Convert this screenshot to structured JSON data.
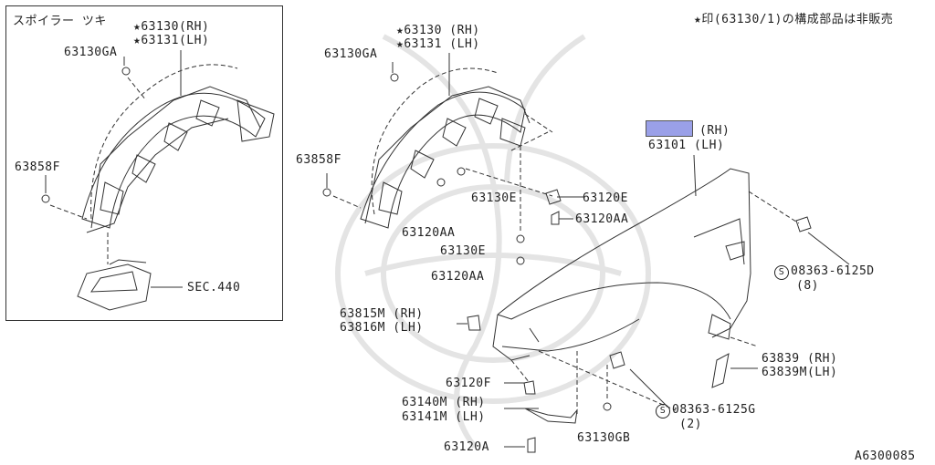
{
  "note": "★印(63130/1)の構成部品は非販売",
  "diagram_id": "A6300085",
  "inset": {
    "title": "スポイラー ツキ",
    "labels": {
      "p63130_rh": "★63130(RH)",
      "p63131_lh": "★63131(LH)",
      "p63130ga": "63130GA",
      "p63858f": "63858F",
      "sec440": "SEC.440"
    }
  },
  "main": {
    "p63130_rh": "★63130 (RH)",
    "p63131_lh": "★63131 (LH)",
    "p63130ga": "63130GA",
    "p63858f": "63858F",
    "p63130e_a": "63130E",
    "p63120aa_a": "63120AA",
    "p63130e_b": "63130E",
    "p63120aa_b": "63120AA",
    "p63120e": "63120E",
    "p63120aa_c": "63120AA",
    "fender_rh": "(RH)",
    "fender_lh": "63101 (LH)",
    "bolt_d_symbol": "S",
    "bolt_d": "08363-6125D",
    "bolt_d_qty": "(8)",
    "p63815m": "63815M (RH)",
    "p63816m": "63816M (LH)",
    "p63839_rh": "63839 (RH)",
    "p63839m_lh": "63839M(LH)",
    "p63120f": "63120F",
    "p63140m": "63140M (RH)",
    "p63141m": "63141M (LH)",
    "bolt_g_symbol": "S",
    "bolt_g": "08363-6125G",
    "bolt_g_qty": "(2)",
    "p63130gb": "63130GB",
    "p63120a": "63120A"
  },
  "colors": {
    "highlight": "#9aa0e8",
    "line": "#333333",
    "watermark": "#e6e6e6"
  }
}
